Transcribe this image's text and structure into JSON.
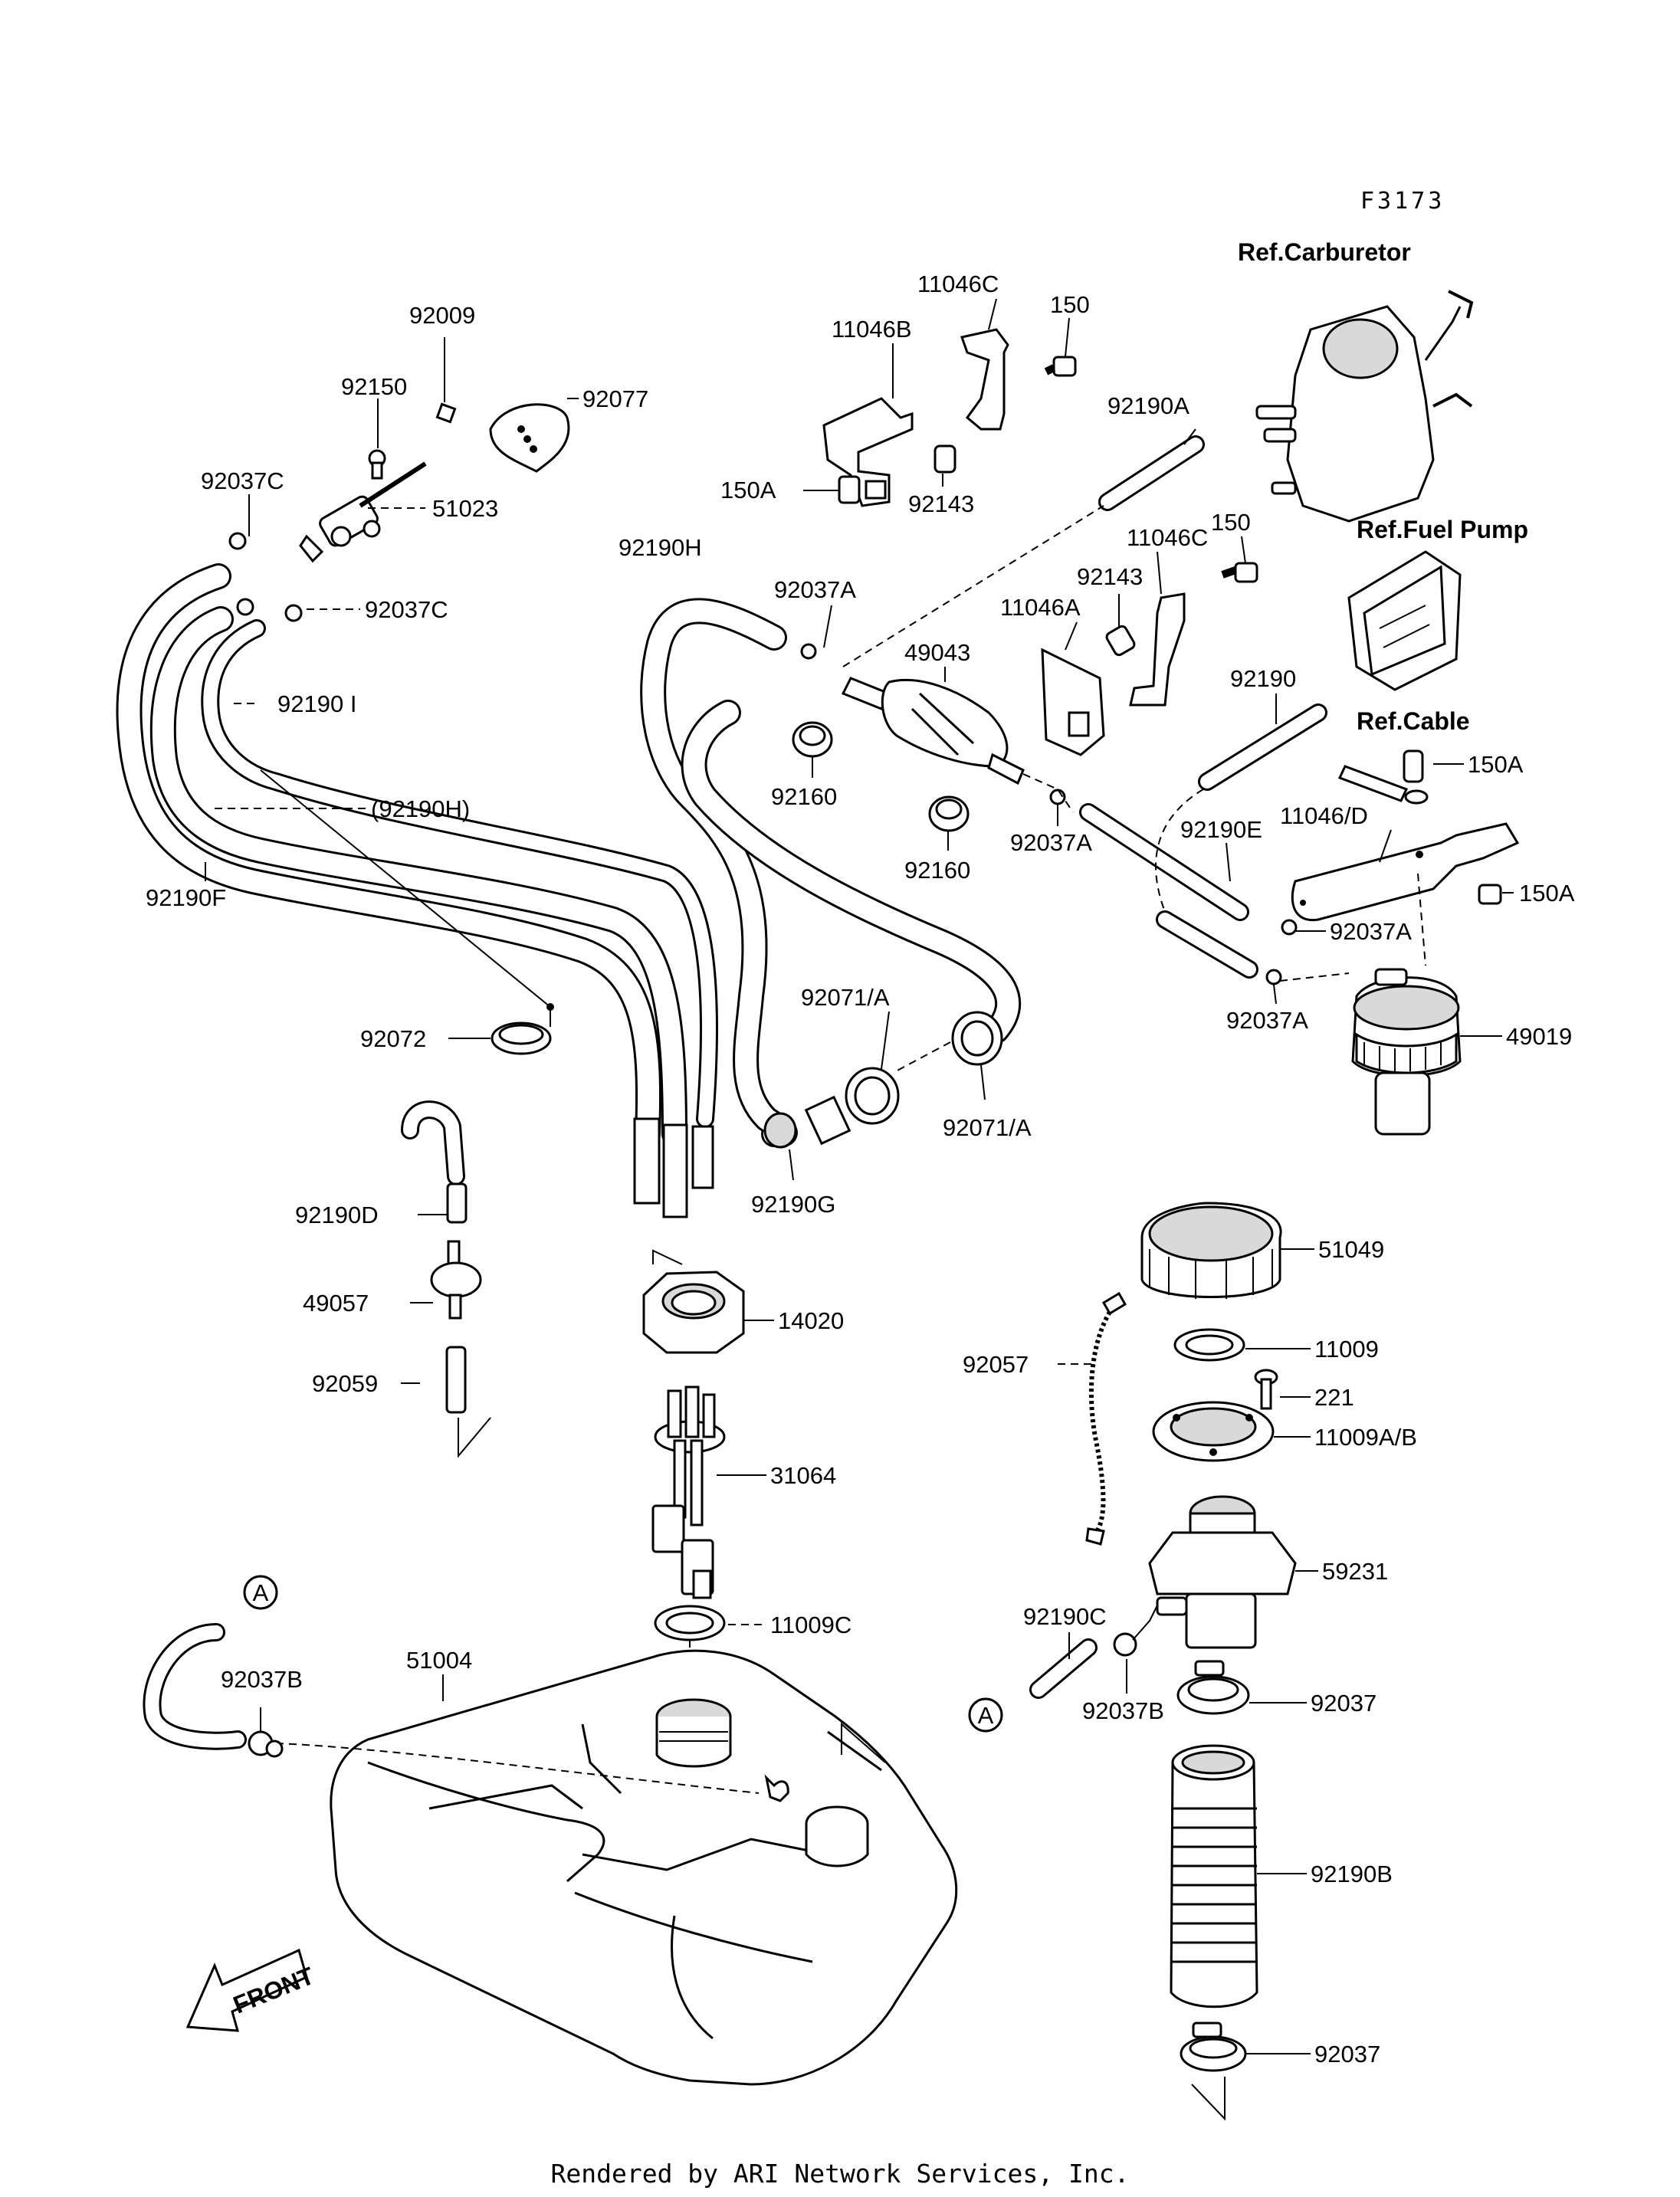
{
  "diagram_code": "F3173",
  "footer": "Rendered by ARI Network Services, Inc.",
  "front_arrow": "FRONT",
  "callout_a": "A",
  "labels": {
    "p92009": "92009",
    "p92150": "92150",
    "p92077": "92077",
    "p92037c_1": "92037C",
    "p51023": "51023",
    "p92037c_2": "92037C",
    "p92190i": "92190 I",
    "p92190h_ref": "(92190H)",
    "p92190f": "92190F",
    "p92072": "92072",
    "p92190h": "92190H",
    "p92037a_1": "92037A",
    "p11046b": "11046B",
    "p11046c_1": "11046C",
    "p150_1": "150",
    "p150a_1": "150A",
    "p92143_1": "92143",
    "p92190a": "92190A",
    "p49043": "49043",
    "p92160_1": "92160",
    "p92160_2": "92160",
    "p92037a_2": "92037A",
    "p150_2": "150",
    "p11046c_2": "11046C",
    "p92143_2": "92143",
    "p11046a": "11046A",
    "p92190": "92190",
    "p92190e": "92190E",
    "p11046d": "11046/D",
    "p150a_2": "150A",
    "p150a_3": "150A",
    "p92037a_3": "92037A",
    "p92037a_4": "92037A",
    "p49019": "49019",
    "p92071a_1": "92071/A",
    "p92071a_2": "92071/A",
    "p92190g": "92190G",
    "p92190d": "92190D",
    "p49057": "49057",
    "p92059": "92059",
    "p14020": "14020",
    "p31064": "31064",
    "p11009c": "11009C",
    "p51004": "51004",
    "p92037b_1": "92037B",
    "p51049": "51049",
    "p11009": "11009",
    "p221": "221",
    "p11009ab": "11009A/B",
    "p92057": "92057",
    "p59231": "59231",
    "p92190c": "92190C",
    "p92037b_2": "92037B",
    "p92037_1": "92037",
    "p92190b": "92190B",
    "p92037_2": "92037"
  },
  "refs": {
    "carburetor": "Ref.Carburetor",
    "fuel_pump": "Ref.Fuel Pump",
    "cable": "Ref.Cable"
  }
}
